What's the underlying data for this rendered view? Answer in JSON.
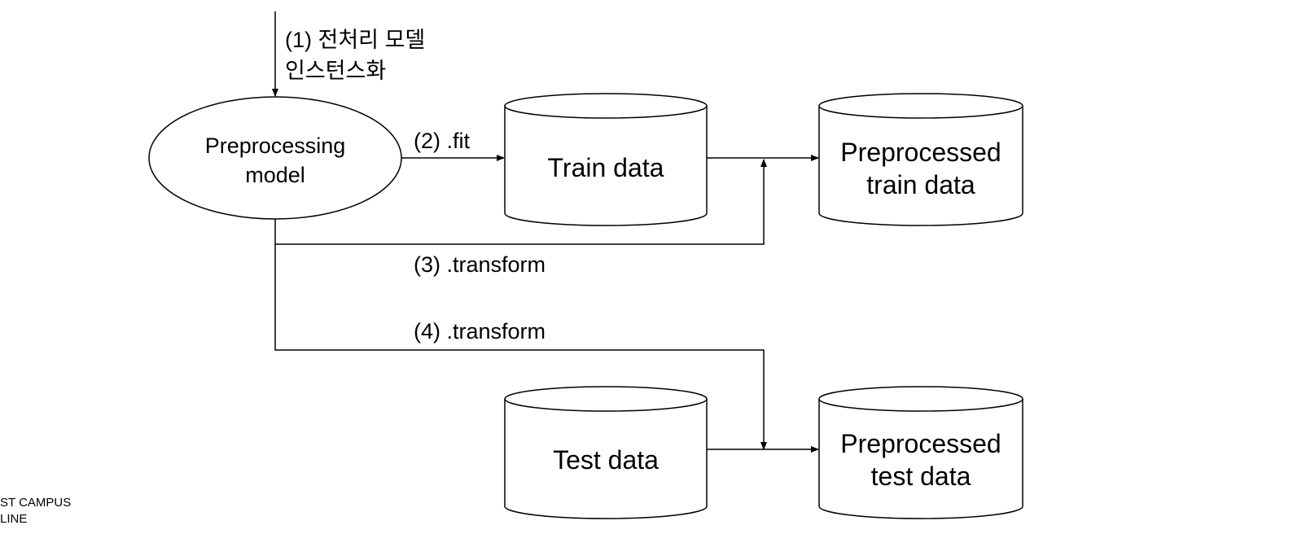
{
  "diagram": {
    "step1_line1": "(1) 전처리 모델",
    "step1_line2": "인스턴스화",
    "model_line1": "Preprocessing",
    "model_line2": "model",
    "step2": "(2) .fit",
    "train": "Train data",
    "prep_train_line1": "Preprocessed",
    "prep_train_line2": "train data",
    "step3": "(3) .transform",
    "step4": "(4) .transform",
    "test": "Test data",
    "prep_test_line1": "Preprocessed",
    "prep_test_line2": "test data"
  },
  "footer": {
    "line1": "ST CAMPUS",
    "line2": "LINE"
  }
}
